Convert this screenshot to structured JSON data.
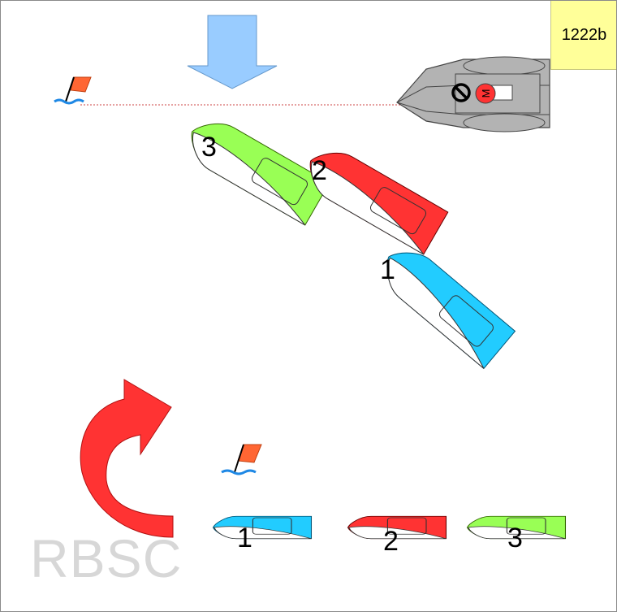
{
  "diagram_id": "1222b",
  "watermark": "RBSC",
  "committee_boat": {
    "motor_label": "M"
  },
  "colors": {
    "wind_arrow": "#99ccff",
    "turn_arrow": "#ff3333",
    "boat_blue": "#22ccff",
    "boat_red": "#ff3333",
    "boat_green": "#99ff55",
    "committee_boat": "#b3b3b3",
    "flag": "#ff6633",
    "water": "#1e88e5",
    "start_line": "#cc4444"
  },
  "boats_top": [
    {
      "number": "3",
      "color": "green"
    },
    {
      "number": "2",
      "color": "red"
    },
    {
      "number": "1",
      "color": "blue"
    }
  ],
  "boats_bottom": [
    {
      "number": "1",
      "color": "blue"
    },
    {
      "number": "2",
      "color": "red"
    },
    {
      "number": "3",
      "color": "green"
    }
  ]
}
